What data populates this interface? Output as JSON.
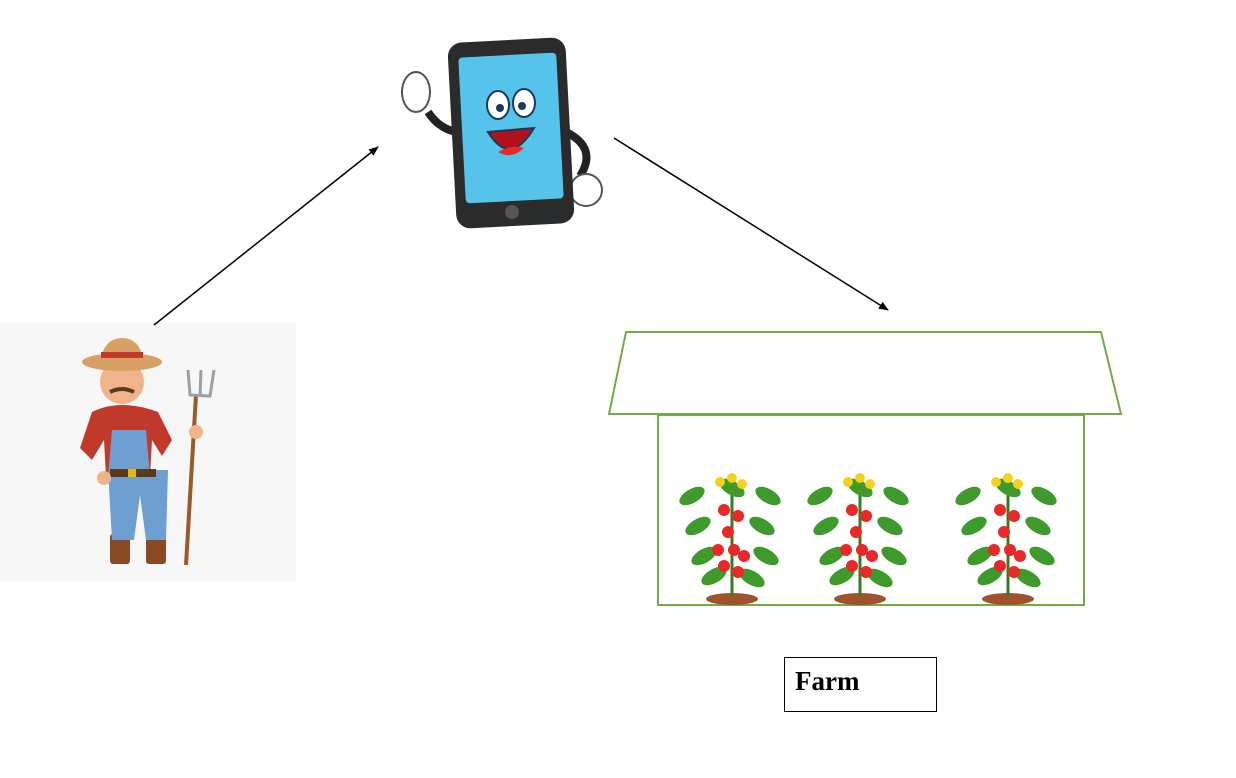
{
  "diagram": {
    "nodes": [
      {
        "id": "farmer",
        "kind": "person-illustration",
        "icon": "farmer-icon"
      },
      {
        "id": "phone",
        "kind": "device-illustration",
        "icon": "smartphone-icon"
      },
      {
        "id": "farm",
        "kind": "greenhouse",
        "icon": "greenhouse-icon",
        "label": "Farm"
      }
    ],
    "edges": [
      {
        "from": "farmer",
        "to": "phone"
      },
      {
        "from": "phone",
        "to": "farm"
      }
    ]
  },
  "farm": {
    "label": "Farm",
    "plant_count": 3
  },
  "colors": {
    "greenhouse_outline": "#70ad47",
    "arrow": "#000000",
    "phone_screen": "#56c3ea",
    "tomato": "#e8292a",
    "leaf": "#3e9a2a",
    "flower": "#f5d21a"
  }
}
